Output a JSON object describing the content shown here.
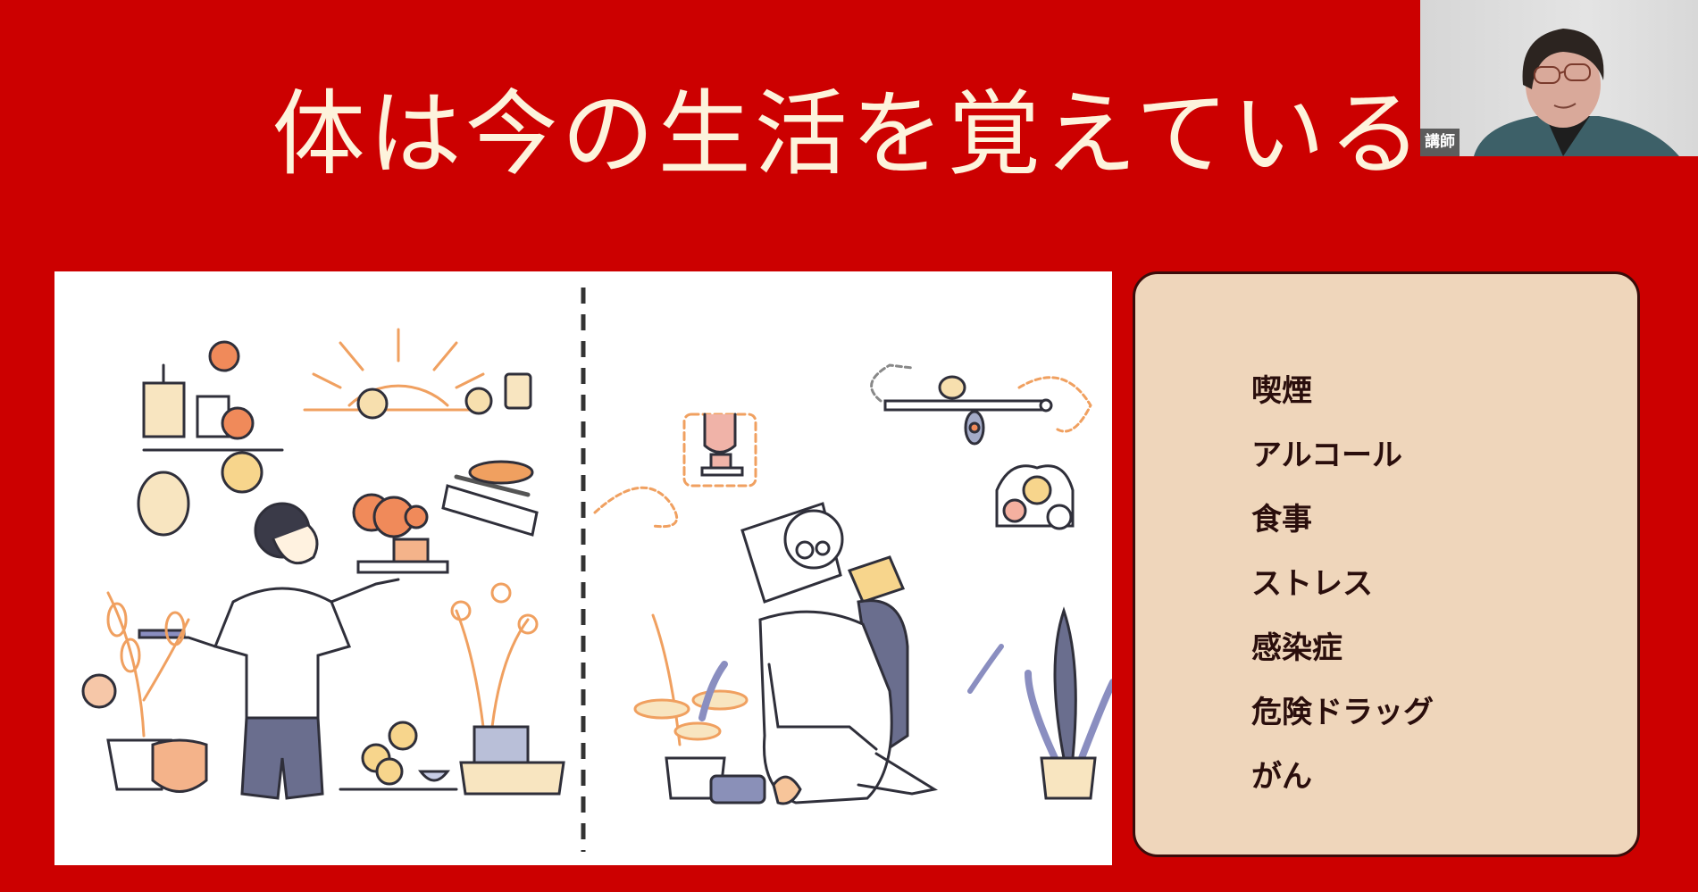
{
  "slide": {
    "title": "体は今の生活を覚えている",
    "background_color": "#cc0000",
    "title_color": "#fdf3dc"
  },
  "illustration": {
    "left_scene": "woman-with-healthy-food-and-plants-icon",
    "right_scene": "older-person-reading-resting-icon",
    "divider": "dashed-vertical-line"
  },
  "factor_list": {
    "box_color": "#efd6bb",
    "items": [
      "喫煙",
      "アルコール",
      "食事",
      "ストレス",
      "感染症",
      "危険ドラッグ",
      "がん"
    ]
  },
  "webcam": {
    "name_tag": "講師"
  }
}
